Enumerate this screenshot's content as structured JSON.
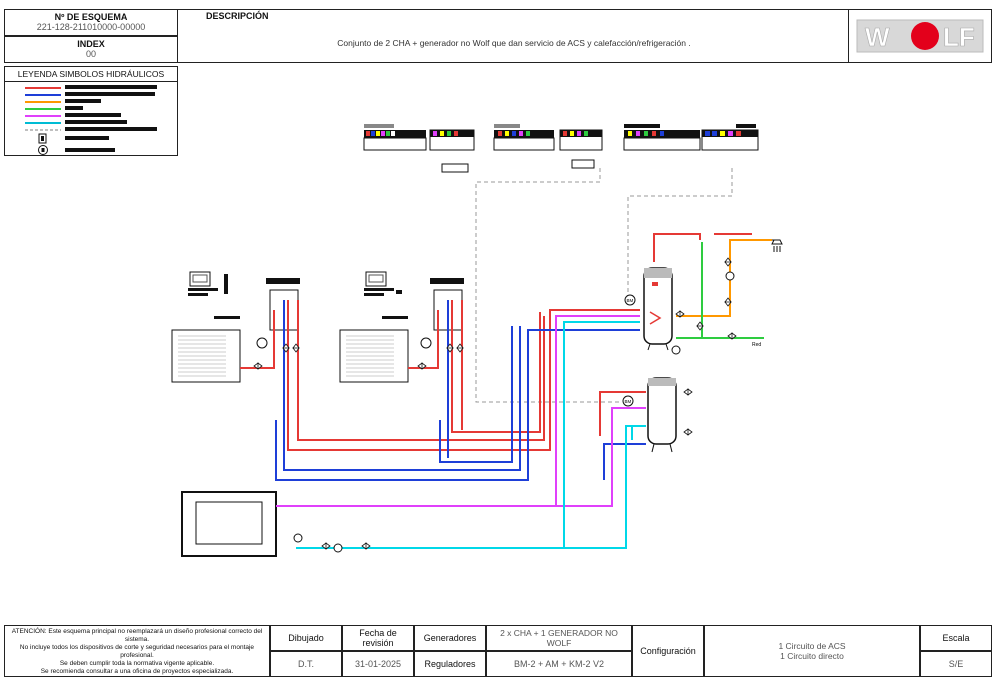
{
  "header": {
    "scheme_label": "Nº DE ESQUEMA",
    "scheme_value": "221-128-211010000-00000",
    "index_label": "INDEX",
    "index_value": "00",
    "description_label": "DESCRIPCIÓN",
    "description_text": "Conjunto de 2 CHA + generador no Wolf que dan servicio de ACS y calefacción/refrigeración .",
    "logo_text": "WOLF"
  },
  "legend": {
    "title": "LEYENDA SIMBOLOS HIDRÁULICOS",
    "line_colors": [
      "#e53935",
      "#1e3fd8",
      "#ff9800",
      "#2ecc40",
      "#e040fb",
      "#00bcd4",
      "#999999"
    ]
  },
  "footer": {
    "warning": [
      "ATENCIÓN: Este esquema principal no reemplazará un diseño profesional correcto del sistema.",
      "No incluye todos los dispositivos de corte y seguridad necesarios para el montaje profesional.",
      "Se deben cumplir toda la normativa vigente aplicable.",
      "Se recomienda consultar a una oficina de proyectos especializada."
    ],
    "dibujado_label": "Dibujado",
    "dibujado_value": "D.T.",
    "fecha_label": "Fecha de revisión",
    "fecha_value": "31-01-2025",
    "generadores_label": "Generadores",
    "generadores_value": "2 x CHA + 1 GENERADOR NO WOLF",
    "reguladores_label": "Reguladores",
    "reguladores_value": "BM-2 + AM + KM-2 V2",
    "configuracion_label": "Configuración",
    "configuracion_line1": "1 Circuito de ACS",
    "configuracion_line2": "1 Circuito directo",
    "escala_label": "Escala",
    "escala_value": "S/E"
  },
  "diagram": {
    "colors": {
      "supply": "#e53935",
      "return": "#1e3fd8",
      "dhw": "#ff9800",
      "cold": "#2ecc40",
      "heating_supply": "#e040fb",
      "heating_return": "#00d8e8",
      "signal": "#999999"
    },
    "sensor_label_1": "BM",
    "sensor_label_2": "BM",
    "red_label": "Red"
  }
}
